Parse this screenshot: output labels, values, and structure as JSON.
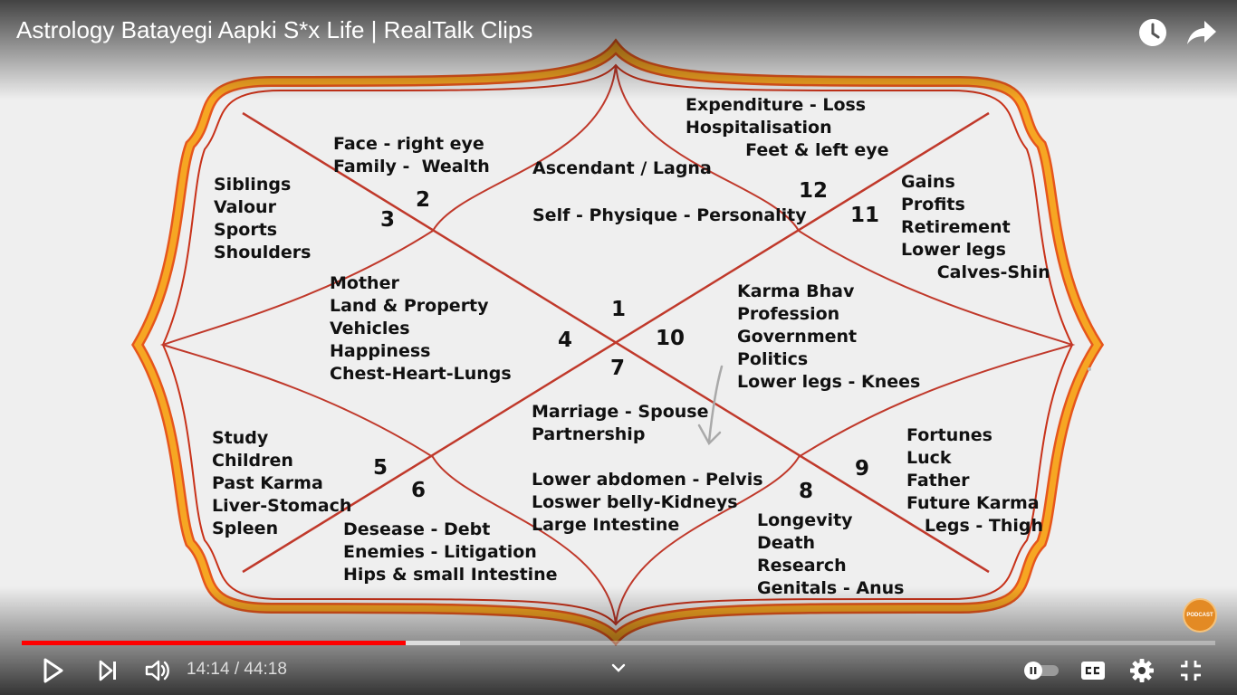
{
  "video": {
    "title": "Astrology Batayegi Aapki S*x Life | RealTalk Clips",
    "channel_badge_text": "PODCAST",
    "accent_color": "#ff0000"
  },
  "top_actions": [
    {
      "icon": "clock-icon",
      "label": "Watch later"
    },
    {
      "icon": "share-icon",
      "label": "Share"
    }
  ],
  "chart": {
    "houses": [
      {
        "number": "1",
        "lines": [
          "Ascendant / Lagna",
          "",
          "Self - Physique - Personality"
        ]
      },
      {
        "number": "2",
        "lines": [
          "Face - right eye",
          "Family -  Wealth"
        ]
      },
      {
        "number": "3",
        "lines": [
          "Siblings",
          "Valour",
          "Sports",
          "Shoulders"
        ]
      },
      {
        "number": "4",
        "lines": [
          "Mother",
          "Land & Property",
          "Vehicles",
          "Happiness",
          "Chest-Heart-Lungs"
        ]
      },
      {
        "number": "5",
        "lines": [
          "Study",
          "Children",
          "Past Karma",
          "Liver-Stomach",
          "Spleen"
        ]
      },
      {
        "number": "6",
        "lines": [
          "Desease - Debt",
          "Enemies - Litigation",
          "Hips & small Intestine"
        ]
      },
      {
        "number": "7",
        "lines": [
          "Marriage - Spouse",
          "Partnership",
          "",
          "Lower abdomen - Pelvis",
          "Loswer belly-Kidneys",
          "Large Intestine"
        ]
      },
      {
        "number": "8",
        "lines": [
          "Longevity",
          "Death",
          "Research",
          "Genitals - Anus"
        ]
      },
      {
        "number": "9",
        "lines": [
          "Fortunes",
          "Luck",
          "Father",
          "Future Karma",
          "   Legs - Thigh"
        ]
      },
      {
        "number": "10",
        "lines": [
          "Karma Bhav",
          "Profession",
          "Government",
          "Politics",
          "Lower legs - Knees"
        ]
      },
      {
        "number": "11",
        "lines": [
          "Gains",
          "Profits",
          "Retirement",
          "Lower legs",
          "      Calves-Shin"
        ]
      },
      {
        "number": "12",
        "lines": [
          "Expenditure - Loss",
          "Hospitalisation",
          "          Feet & left eye"
        ]
      }
    ]
  },
  "player": {
    "current_time": "14:14",
    "duration": "44:18",
    "time_display": "14:14 / 44:18",
    "played_fraction": 0.3214,
    "buffered_fraction": 0.367
  },
  "controls": [
    {
      "icon": "play-icon",
      "label": "Play"
    },
    {
      "icon": "next-icon",
      "label": "Next"
    },
    {
      "icon": "volume-icon",
      "label": "Mute"
    },
    {
      "icon": "chevron-down-icon",
      "label": "More"
    },
    {
      "icon": "autoplay-toggle-icon",
      "label": "Autoplay"
    },
    {
      "icon": "cc-icon",
      "label": "Subtitles"
    },
    {
      "icon": "gear-icon",
      "label": "Settings"
    },
    {
      "icon": "exit-fullscreen-icon",
      "label": "Exit full screen"
    }
  ]
}
